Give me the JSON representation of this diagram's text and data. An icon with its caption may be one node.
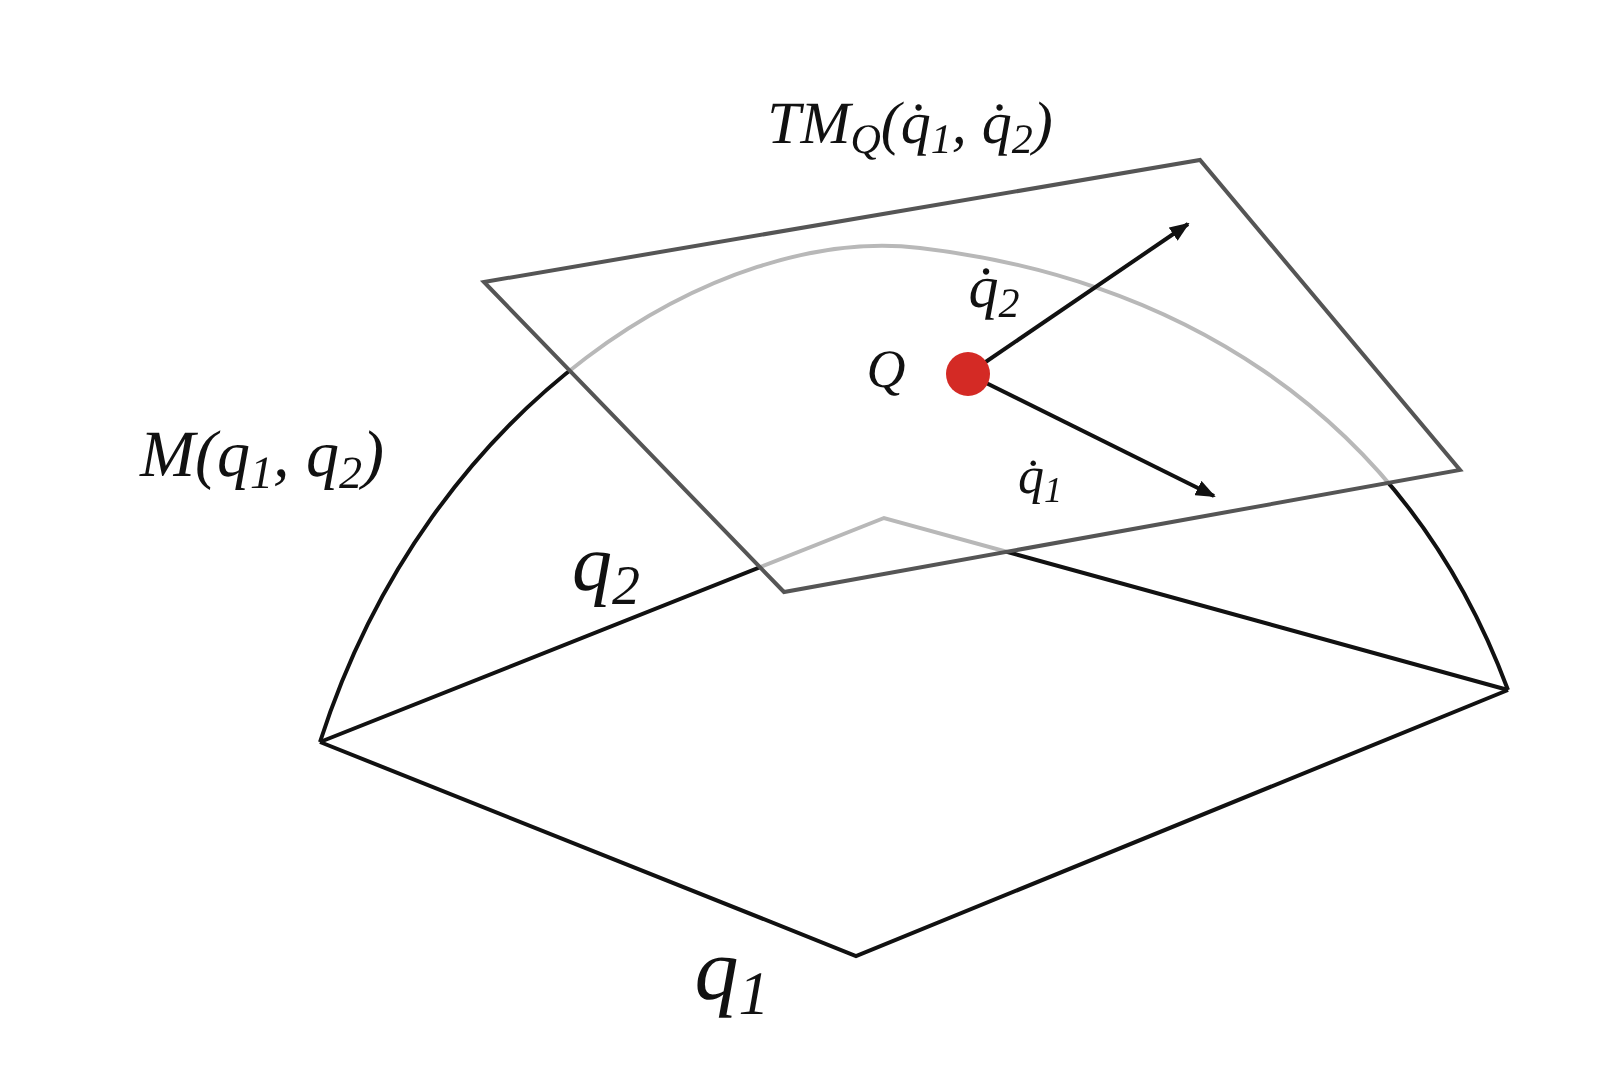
{
  "diagram": {
    "labels": [
      "TM$_{Q}$(q̇$_{1}$, q̇$_{2}$)",
      "q̇$_{2}$",
      "Q",
      "M(q$_{1}$, q$_{2}$)",
      "q̇$_{1}$",
      "q$_{2}$",
      "q$_{1}$"
    ]
  }
}
